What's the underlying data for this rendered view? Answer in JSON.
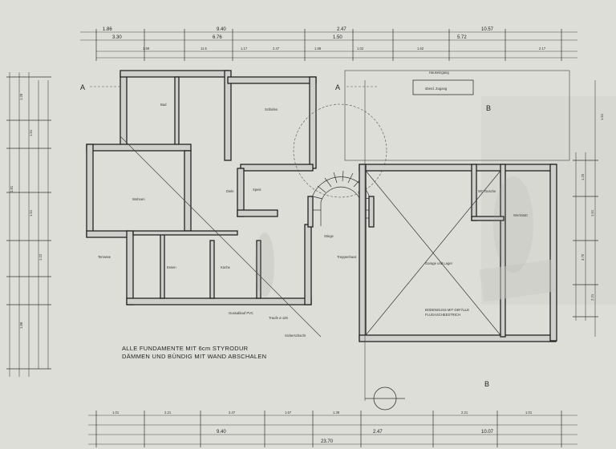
{
  "sections": {
    "a_left": "A",
    "a_mid": "A",
    "b_top": "B",
    "b_bottom": "B"
  },
  "rooms": {
    "bad": "Bad",
    "schlafen": "Schlafen",
    "wohnen": "Wohnen",
    "essen": "Essen",
    "kueche": "Küche",
    "diele": "Diele",
    "speis": "Speis",
    "treppenhaus": "Treppenhaus",
    "garage": "Garage und Lager",
    "werkstatt": "Werkstatt",
    "wc_dusche": "WC Dusche",
    "terrasse": "Terrasse"
  },
  "dimensions": {
    "top_row1": [
      "1.86",
      "9.40",
      "2.47",
      "10.57"
    ],
    "top_row2": [
      "3.30",
      "6.76",
      "1.50",
      "5.72"
    ],
    "top_row3": [
      "1.99",
      "11.5",
      "1.17",
      "2.47",
      "1.88",
      "1.02",
      "1.62",
      "2.17"
    ],
    "bottom_row1": [
      "1.01",
      "2.21",
      "2.47",
      "1.67",
      "1.39",
      "2.21",
      "1.01"
    ],
    "bottom_row2": [
      "9.40",
      "2.47",
      "10.07"
    ],
    "bottom_row3": [
      "23.70"
    ],
    "left_col": [
      "1.28",
      "1.51",
      "1.81",
      "1.51",
      "1.22",
      "1.88"
    ],
    "right_col": [
      "1.25",
      "1.51",
      "3.70",
      "2.21",
      "1.51"
    ]
  },
  "labels": {
    "kellerabgang": "Hauseingang",
    "carport": "überd. Zugang",
    "gussablauf": "Gussablauf PVC",
    "traufe": "Traufe ø 125",
    "sickergrube": "Sickerschacht",
    "fundament_note_line1": "ALLE FUNDAMENTE MIT 6cm STYRODUR",
    "fundament_note_line2": "DÄMMEN UND BÜNDIG MIT WAND ABSCHALEN",
    "boden_garage": "BODENGUSS MIT GEFÄLLE",
    "flugasche": "FLUGASCHEESTRICH",
    "stiege": "Stiege"
  }
}
